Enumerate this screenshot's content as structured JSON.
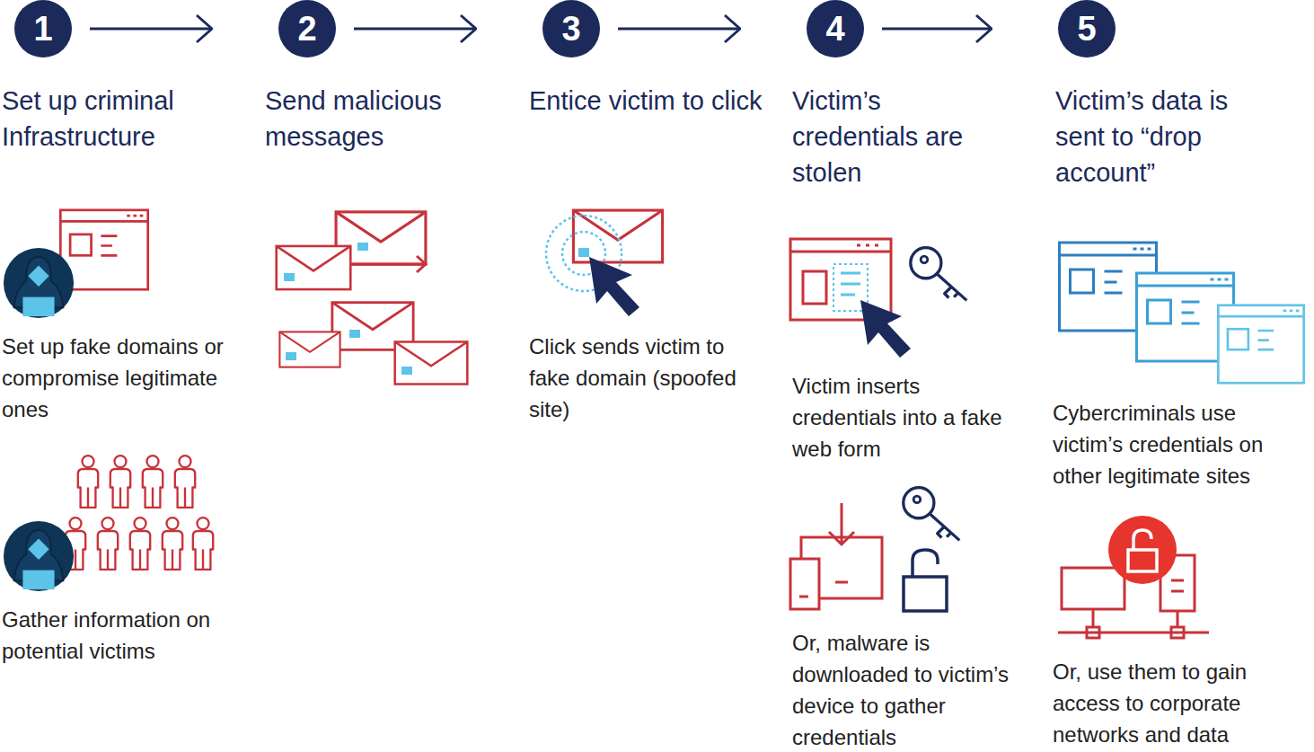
{
  "diagram": {
    "nodes": [
      {
        "text": [
          "1"
        ]
      },
      {
        "text": [
          "2"
        ]
      },
      {
        "text": [
          "3"
        ]
      },
      {
        "text": [
          "4"
        ]
      },
      {
        "text": [
          "5"
        ]
      }
    ],
    "edges": [
      {
        "from": 0,
        "to": 1,
        "arrow": "to"
      },
      {
        "from": 1,
        "to": 2,
        "arrow": "to"
      },
      {
        "from": 2,
        "to": 3,
        "arrow": "to"
      },
      {
        "from": 3,
        "to": 4,
        "arrow": "to"
      }
    ],
    "labels": [
      "Set up criminal Infrastructure",
      "Set up fake domains or compromise legitimate ones",
      "Gather information on potential victims",
      "Send malicious messages",
      "Entice victim to click",
      "Click sends victim to fake domain (spoofed site)",
      "Victim’s credentials are stolen",
      "Victim inserts credentials into a fake web form",
      "Or, malware is downloaded to victim’s device to gather credentials",
      "Victim’s data is sent to “drop account”",
      "Cybercriminals use victim’s credentials on other legitimate sites",
      "Or, use them to gain access to corporate networks and data"
    ]
  }
}
